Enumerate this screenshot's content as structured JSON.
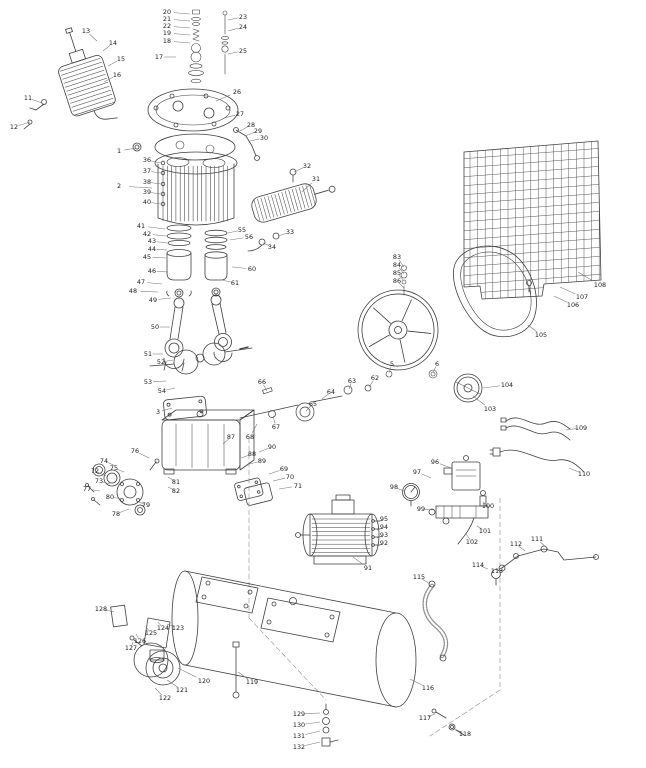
{
  "figure": {
    "kind": "exploded-parts-diagram",
    "visible_text_type": "numeric part callouts only"
  },
  "colors": {
    "background": "#ffffff",
    "line": "#3f3f3f",
    "label": "#1a1a1a",
    "leader": "#777777",
    "hose": "#909090",
    "dash": "#8a8a8a"
  },
  "callouts": [
    [
      "13",
      86,
      31,
      97,
      41
    ],
    [
      "14",
      113,
      43,
      103,
      51
    ],
    [
      "15",
      121,
      59,
      108,
      66
    ],
    [
      "16",
      117,
      75,
      104,
      82
    ],
    [
      "11",
      28,
      98,
      42,
      103
    ],
    [
      "12",
      14,
      127,
      30,
      122
    ],
    [
      "20",
      167,
      12,
      190,
      14
    ],
    [
      "21",
      167,
      19,
      190,
      21
    ],
    [
      "22",
      167,
      26,
      190,
      28
    ],
    [
      "19",
      167,
      33,
      190,
      35
    ],
    [
      "18",
      167,
      41,
      190,
      43
    ],
    [
      "17",
      159,
      57,
      176,
      57
    ],
    [
      "23",
      243,
      17,
      228,
      20
    ],
    [
      "24",
      243,
      27,
      228,
      31
    ],
    [
      "25",
      243,
      51,
      228,
      54
    ],
    [
      "26",
      237,
      92,
      216,
      101
    ],
    [
      "27",
      240,
      114,
      224,
      118
    ],
    [
      "28",
      251,
      125,
      240,
      131
    ],
    [
      "29",
      258,
      131,
      245,
      136
    ],
    [
      "30",
      264,
      138,
      250,
      141
    ],
    [
      "1",
      119,
      151,
      136,
      148
    ],
    [
      "2",
      119,
      186,
      152,
      188
    ],
    [
      "36",
      147,
      160,
      161,
      163
    ],
    [
      "37",
      147,
      171,
      161,
      173
    ],
    [
      "38",
      147,
      182,
      161,
      184
    ],
    [
      "39",
      147,
      192,
      161,
      194
    ],
    [
      "40",
      147,
      202,
      161,
      204
    ],
    [
      "32",
      307,
      166,
      294,
      172
    ],
    [
      "31",
      316,
      179,
      302,
      192
    ],
    [
      "33",
      290,
      232,
      278,
      236
    ],
    [
      "34",
      272,
      247,
      263,
      243
    ],
    [
      "41",
      141,
      226,
      165,
      229
    ],
    [
      "42",
      147,
      234,
      166,
      236
    ],
    [
      "43",
      152,
      241,
      167,
      243
    ],
    [
      "44",
      152,
      249,
      167,
      250
    ],
    [
      "45",
      147,
      257,
      166,
      258
    ],
    [
      "55",
      242,
      230,
      228,
      233
    ],
    [
      "56",
      249,
      237,
      230,
      240
    ],
    [
      "60",
      252,
      269,
      232,
      267
    ],
    [
      "61",
      235,
      283,
      222,
      280
    ],
    [
      "46",
      152,
      271,
      168,
      272
    ],
    [
      "47",
      141,
      282,
      162,
      284
    ],
    [
      "48",
      133,
      291,
      158,
      292
    ],
    [
      "49",
      153,
      300,
      171,
      298
    ],
    [
      "50",
      155,
      327,
      170,
      327
    ],
    [
      "51",
      148,
      354,
      163,
      354
    ],
    [
      "52",
      161,
      362,
      173,
      360
    ],
    [
      "53",
      148,
      382,
      166,
      381
    ],
    [
      "54",
      162,
      391,
      175,
      388
    ],
    [
      "3",
      158,
      412,
      172,
      408
    ],
    [
      "66",
      262,
      382,
      267,
      391
    ],
    [
      "67",
      276,
      427,
      273,
      416
    ],
    [
      "68",
      250,
      437,
      257,
      424
    ],
    [
      "65",
      313,
      404,
      306,
      411
    ],
    [
      "64",
      331,
      392,
      322,
      399
    ],
    [
      "63",
      352,
      381,
      349,
      389
    ],
    [
      "62",
      375,
      378,
      369,
      387
    ],
    [
      "5",
      392,
      364,
      389,
      373
    ],
    [
      "6",
      437,
      364,
      433,
      373
    ],
    [
      "83",
      397,
      257,
      404,
      267
    ],
    [
      "84",
      397,
      265,
      404,
      274
    ],
    [
      "85",
      397,
      273,
      404,
      281
    ],
    [
      "86",
      397,
      281,
      404,
      288
    ],
    [
      "103",
      490,
      409,
      473,
      396
    ],
    [
      "104",
      507,
      385,
      483,
      388
    ],
    [
      "105",
      541,
      335,
      528,
      325
    ],
    [
      "106",
      573,
      305,
      554,
      296
    ],
    [
      "107",
      582,
      297,
      560,
      287
    ],
    [
      "108",
      600,
      285,
      578,
      272
    ],
    [
      "109",
      581,
      428,
      566,
      430
    ],
    [
      "110",
      584,
      474,
      569,
      468
    ],
    [
      "76",
      135,
      451,
      149,
      458
    ],
    [
      "74",
      104,
      461,
      116,
      466
    ],
    [
      "75",
      114,
      468,
      124,
      472
    ],
    [
      "72",
      95,
      471,
      106,
      476
    ],
    [
      "73",
      99,
      481,
      110,
      484
    ],
    [
      "77",
      87,
      489,
      100,
      491
    ],
    [
      "80",
      110,
      497,
      123,
      499
    ],
    [
      "78",
      116,
      514,
      129,
      509
    ],
    [
      "79",
      146,
      505,
      139,
      502
    ],
    [
      "81",
      176,
      482,
      168,
      477
    ],
    [
      "82",
      176,
      491,
      168,
      487
    ],
    [
      "87",
      231,
      437,
      223,
      444
    ],
    [
      "88",
      252,
      454,
      241,
      458
    ],
    [
      "89",
      262,
      461,
      249,
      464
    ],
    [
      "90",
      272,
      447,
      259,
      452
    ],
    [
      "69",
      284,
      469,
      269,
      474
    ],
    [
      "70",
      290,
      477,
      273,
      481
    ],
    [
      "71",
      298,
      486,
      279,
      489
    ],
    [
      "91",
      368,
      568,
      353,
      557
    ],
    [
      "95",
      384,
      519,
      377,
      522
    ],
    [
      "94",
      384,
      527,
      377,
      530
    ],
    [
      "93",
      384,
      535,
      377,
      538
    ],
    [
      "92",
      384,
      543,
      377,
      546
    ],
    [
      "96",
      435,
      462,
      451,
      468
    ],
    [
      "97",
      417,
      472,
      431,
      478
    ],
    [
      "98",
      394,
      487,
      404,
      491
    ],
    [
      "99",
      421,
      509,
      434,
      510
    ],
    [
      "100",
      488,
      506,
      483,
      502
    ],
    [
      "101",
      485,
      531,
      477,
      526
    ],
    [
      "102",
      472,
      542,
      466,
      534
    ],
    [
      "111",
      537,
      539,
      548,
      549
    ],
    [
      "112",
      516,
      544,
      525,
      551
    ],
    [
      "113",
      497,
      571,
      504,
      566
    ],
    [
      "114",
      478,
      565,
      488,
      569
    ],
    [
      "115",
      419,
      577,
      430,
      584
    ],
    [
      "116",
      428,
      688,
      410,
      679
    ],
    [
      "117",
      425,
      718,
      435,
      714
    ],
    [
      "118",
      465,
      734,
      453,
      728
    ],
    [
      "119",
      252,
      682,
      238,
      672
    ],
    [
      "120",
      204,
      681,
      178,
      668
    ],
    [
      "121",
      182,
      690,
      167,
      680
    ],
    [
      "122",
      165,
      698,
      155,
      688
    ],
    [
      "123",
      178,
      628,
      167,
      624
    ],
    [
      "124",
      163,
      628,
      158,
      622
    ],
    [
      "125",
      151,
      633,
      146,
      627
    ],
    [
      "126",
      140,
      641,
      136,
      634
    ],
    [
      "127",
      131,
      648,
      133,
      642
    ],
    [
      "128",
      101,
      609,
      114,
      612
    ],
    [
      "129",
      299,
      714,
      320,
      713
    ],
    [
      "130",
      299,
      725,
      320,
      722
    ],
    [
      "131",
      299,
      736,
      320,
      731
    ],
    [
      "132",
      299,
      747,
      320,
      742
    ]
  ]
}
